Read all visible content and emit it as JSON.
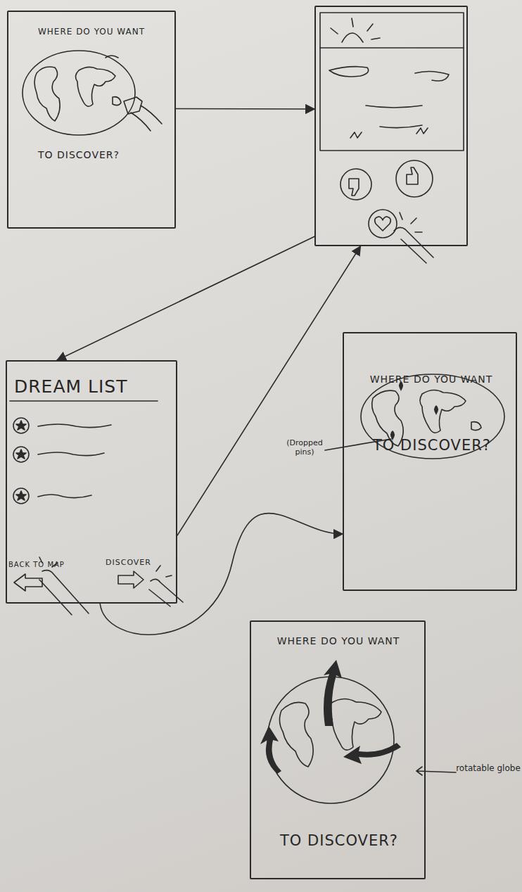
{
  "diagram": {
    "nodes": [
      {
        "text": [
          "WHERE DO YOU WANT",
          "TO DISCOVER?"
        ]
      },
      {
        "text": []
      },
      {
        "text": [
          "DREAM LIST",
          "BACK TO MAP",
          "DISCOVER"
        ]
      },
      {
        "text": [
          "WHERE DO YOU WANT",
          "TO DISCOVER?"
        ]
      },
      {
        "text": [
          "WHERE DO YOU WANT",
          "TO DISCOVER?"
        ]
      }
    ],
    "edges": [
      {
        "from": 0,
        "to": 1,
        "arrow": "to"
      },
      {
        "from": 1,
        "to": 2,
        "arrow": "to"
      },
      {
        "from": 2,
        "to": 1,
        "arrow": "to"
      },
      {
        "from": 2,
        "to": 3,
        "arrow": "to"
      }
    ],
    "labels": [
      "(Dropped pins)",
      "rotatable globe"
    ]
  }
}
